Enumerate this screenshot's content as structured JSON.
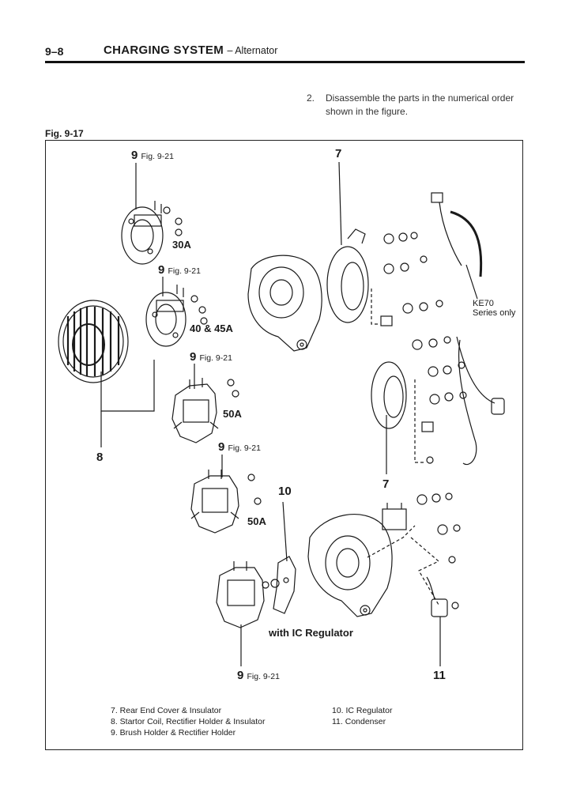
{
  "header": {
    "page_number": "9–8",
    "title": "CHARGING SYSTEM",
    "subtitle": "– Alternator"
  },
  "instruction": {
    "number": "2.",
    "text": "Disassemble the parts in the numerical order shown in the figure."
  },
  "figure": {
    "label": "Fig. 9-17",
    "ref_fig": "Fig. 9-21",
    "callouts": {
      "brush_holder": "9",
      "end_cover_upper": "7",
      "end_cover_lower": "7",
      "stator": "8",
      "ic_regulator": "10",
      "condenser": "11"
    },
    "variants": {
      "v30": "30A",
      "v40": "40 & 45A",
      "v50a": "50A",
      "v50b": "50A",
      "ic": "with IC Regulator"
    },
    "ke70_line1": "KE70",
    "ke70_line2": "Series only"
  },
  "legend": {
    "left": [
      "7.  Rear End Cover & Insulator",
      "8.  Startor Coil, Rectifier Holder & Insulator",
      "9.  Brush Holder & Rectifier Holder"
    ],
    "right": [
      "10.  IC Regulator",
      "11.  Condenser"
    ]
  }
}
